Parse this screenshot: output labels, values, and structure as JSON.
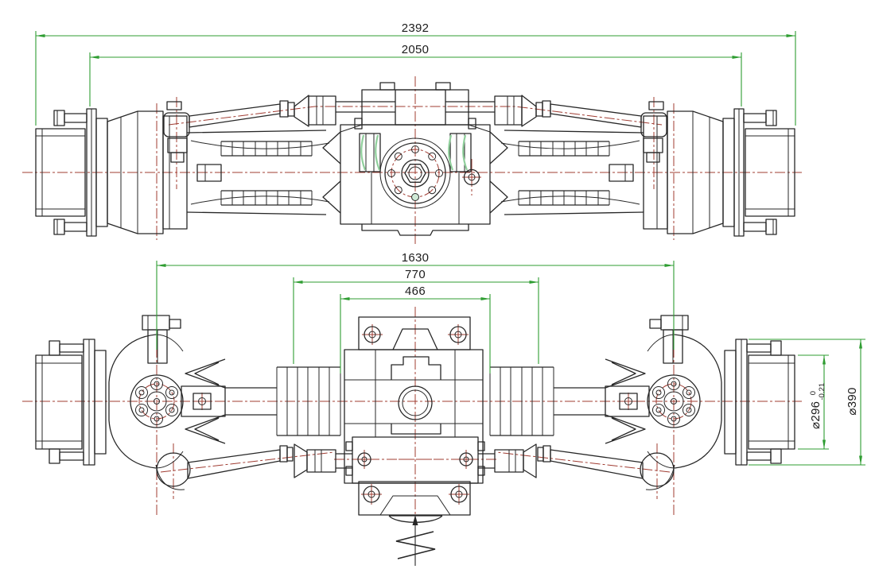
{
  "drawing": {
    "dimensions": {
      "overall_width": {
        "value": "2392"
      },
      "flange_face_span": {
        "value": "2050"
      },
      "kingpin_span": {
        "value": "1630"
      },
      "inner_span": {
        "value": "770"
      },
      "housing_span": {
        "value": "466"
      },
      "hub_pilot_dia": {
        "value": "⌀296",
        "tol_upper": "0",
        "tol_lower": "-0.21"
      },
      "hub_flange_dia": {
        "value": "⌀390"
      }
    },
    "colors": {
      "dimension_line": "#2f9d32",
      "centerline": "#a03c32",
      "outline": "#272727",
      "accent": "#8fcf9b",
      "paper": "#ffffff"
    }
  }
}
